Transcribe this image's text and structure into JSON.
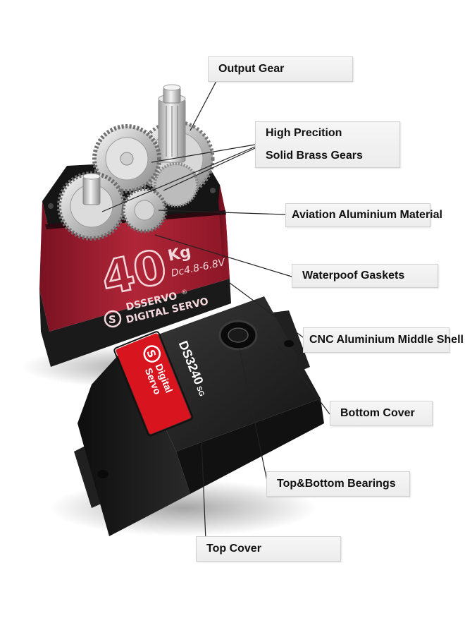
{
  "callouts": [
    {
      "id": "output-gear",
      "lines": [
        "Output  Gear"
      ]
    },
    {
      "id": "brass-gears",
      "lines": [
        "High Precition",
        "Solid Brass Gears"
      ]
    },
    {
      "id": "aluminium-material",
      "lines": [
        "Aviation Aluminium Material"
      ]
    },
    {
      "id": "gaskets",
      "lines": [
        "Waterpoof Gaskets"
      ]
    },
    {
      "id": "middle-shell",
      "lines": [
        "CNC Aluminium Middle Shell"
      ]
    },
    {
      "id": "bottom-cover",
      "lines": [
        "Bottom Cover"
      ]
    },
    {
      "id": "bearings",
      "lines": [
        "Top&Bottom Bearings"
      ]
    },
    {
      "id": "top-cover",
      "lines": [
        "Top Cover"
      ]
    }
  ],
  "servo_body": {
    "torque": "40",
    "torque_unit": "Kg",
    "voltage": "Dc4.8-6.8V",
    "brand": "DSSERVO",
    "registered": "®",
    "type": "DIGITAL SERVO"
  },
  "top_cover": {
    "model": "DS3240",
    "model_suffix": "SG",
    "line1": "Digital",
    "line2": "Servo"
  },
  "colors": {
    "body_red": "#9a1b2c",
    "body_dark": "#5e0c18",
    "cover_black": "#1c1c1c",
    "label_red": "#d8141f",
    "callout_bg": "#f2f2f2"
  }
}
